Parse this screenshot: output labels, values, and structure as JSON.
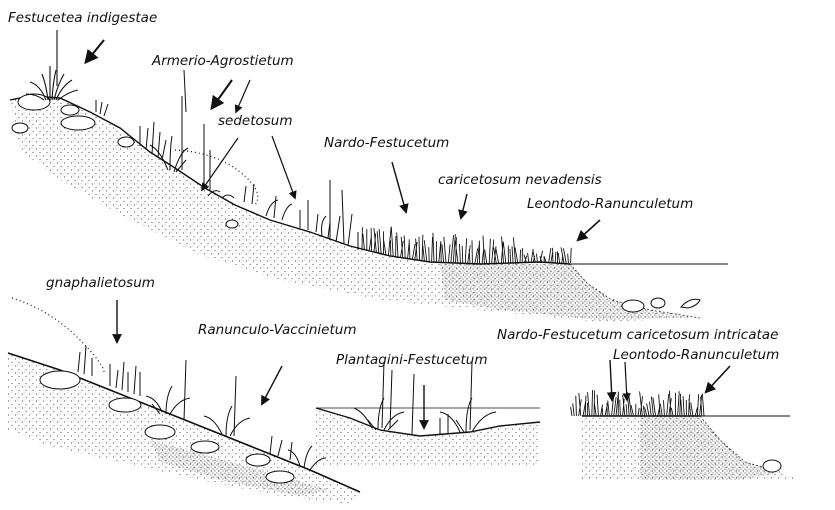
{
  "labels": {
    "festucetea": "Festucetea indigestae",
    "armerio": "Armerio-Agrostietum",
    "sedetosum": "sedetosum",
    "nardo_top": "Nardo-Festucetum",
    "caricetosum_nev": "caricetosum nevadensis",
    "leontodo_top": "Leontodo-Ranunculetum",
    "gnaphalietosum": "gnaphalietosum",
    "ranunculo": "Ranunculo-Vaccinietum",
    "plantagini": "Plantagini-Festucetum",
    "nardo_intricatae": "Nardo-Festucetum caricetosum intricatae",
    "leontodo_bottom": "Leontodo-Ranunculetum"
  },
  "colors": {
    "ink": "#111111",
    "paper": "#ffffff"
  }
}
